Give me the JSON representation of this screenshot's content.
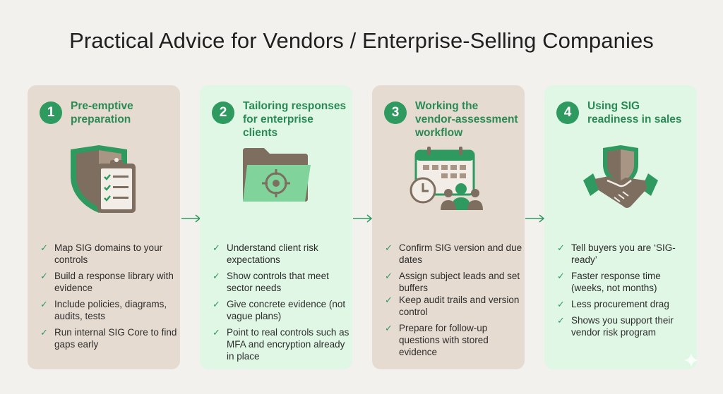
{
  "title": "Practical Advice for Vendors / Enterprise-Selling Companies",
  "colors": {
    "accent": "#2e9a5f",
    "tan_card": "#e6dbd0",
    "green_card": "#dff7e4",
    "background": "#f3f1ed"
  },
  "steps": [
    {
      "number": "1",
      "heading": "Pre-emptive preparation",
      "icon": "shield-clipboard-icon",
      "items": [
        "Map SIG domains to your controls",
        "Build a response library with evidence",
        "Include policies, diagrams, audits, tests",
        "Run internal SIG Core to find gaps early"
      ]
    },
    {
      "number": "2",
      "heading": "Tailoring responses for enterprise clients",
      "icon": "folder-target-icon",
      "items": [
        "Understand client risk expectations",
        "Show controls that meet sector needs",
        "Give concrete evidence (not vague plans)",
        "Point to real controls such as MFA and encryption already in place"
      ]
    },
    {
      "number": "3",
      "heading": "Working the vendor-assessment workflow",
      "icon": "calendar-team-icon",
      "items": [
        "Confirm SIG version and due dates",
        "Assign subject leads and set buffers",
        "Keep audit trails and version control",
        "Prepare for follow-up questions with stored evidence"
      ]
    },
    {
      "number": "4",
      "heading": "Using SIG readiness in sales",
      "icon": "shield-handshake-icon",
      "items": [
        "Tell buyers you are ‘SIG-ready’",
        "Faster response time (weeks, not months)",
        "Less procurement drag",
        "Shows you support their vendor risk program"
      ]
    }
  ]
}
